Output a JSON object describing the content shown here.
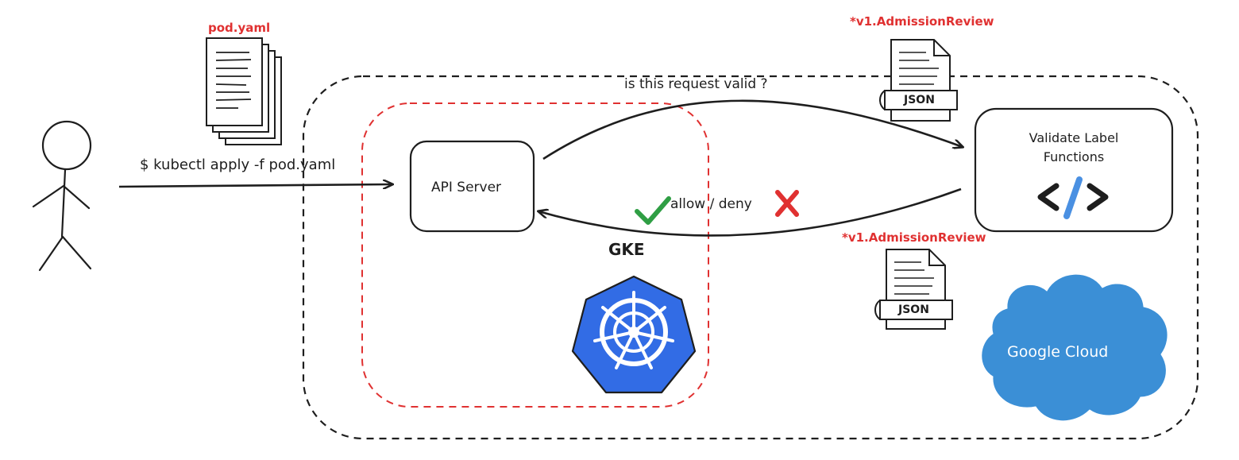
{
  "files": {
    "pod_yaml_label": "pod.yaml",
    "request_review_label": "*v1.AdmissionReview",
    "response_review_label": "*v1.AdmissionReview",
    "json_tag_request": "JSON",
    "json_tag_response": "JSON"
  },
  "arrows": {
    "kubectl_command": "$ kubectl apply -f pod.yaml",
    "validity_question": "is this request valid ?",
    "response_text": "allow / deny"
  },
  "nodes": {
    "api_server": "API Server",
    "validator_line1": "Validate Label",
    "validator_line2": "Functions",
    "code_glyph": "</>",
    "gke_label": "GKE",
    "cloud_label": "Google Cloud"
  },
  "colors": {
    "stroke": "#1e1e1e",
    "red": "#e03131",
    "green": "#2f9e44",
    "k8s_blue": "#326ce5",
    "cloud_blue": "#3b8fd6",
    "code_blue": "#4a90e2"
  }
}
